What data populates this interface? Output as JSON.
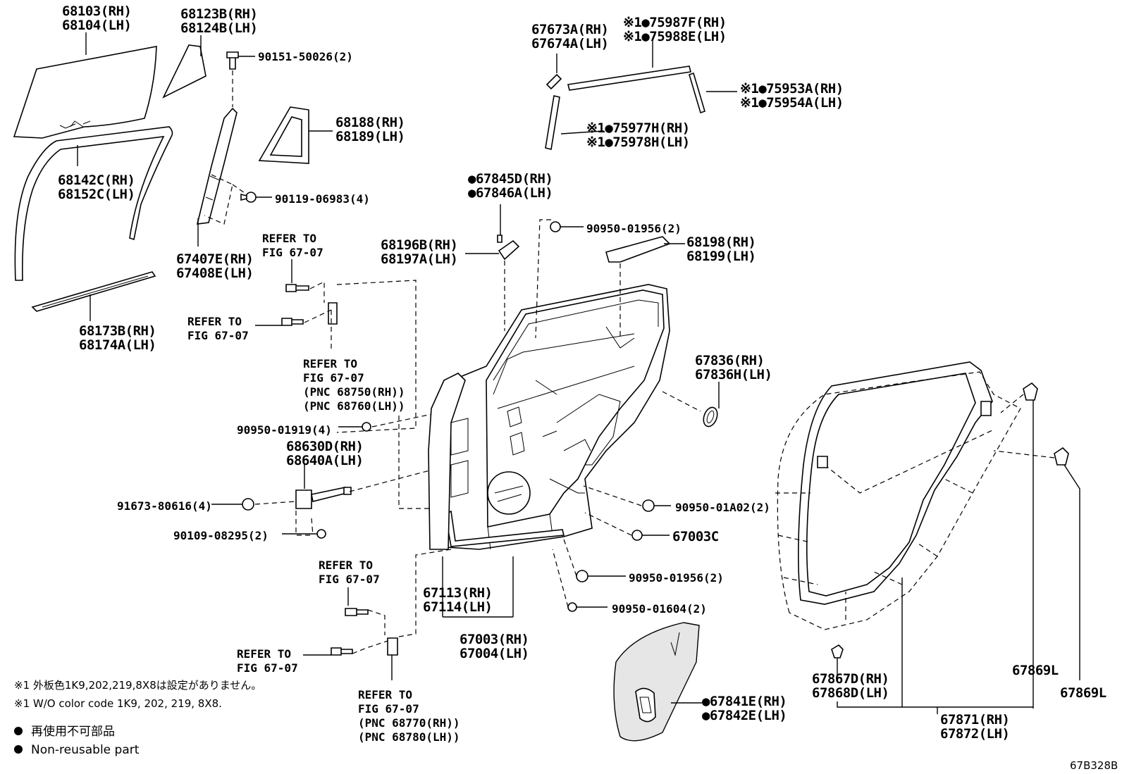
{
  "diagram_code": "67B328B",
  "labels": {
    "glass": [
      "68103(RH)",
      "68104(LH)"
    ],
    "quarter_glass": [
      "68123B(RH)",
      "68124B(LH)"
    ],
    "bolt_top": "90151-50026(2)",
    "run_channel": [
      "68142C(RH)",
      "68152C(LH)"
    ],
    "qtr_weatherstrip": [
      "68188(RH)",
      "68189(LH)"
    ],
    "screw_4": "90119-06983(4)",
    "division_bar": [
      "67407E(RH)",
      "67408E(LH)"
    ],
    "belt_mould": [
      "68173B(RH)",
      "68174A(LH)"
    ],
    "refer1": [
      "REFER TO",
      "FIG 67-07"
    ],
    "refer2": [
      "REFER TO",
      "FIG 67-07"
    ],
    "refer3": [
      "REFER TO",
      "FIG 67-07",
      "(PNC 68750(RH))",
      "(PNC 68760(LH))"
    ],
    "clip_19": "90950-01919(4)",
    "check": [
      "68630D(RH)",
      "68640A(LH)"
    ],
    "bolt_91673": "91673-80616(4)",
    "bolt_90109": "90109-08295(2)",
    "refer4": [
      "REFER TO",
      "FIG 67-07"
    ],
    "refer5": [
      "REFER TO",
      "FIG 67-07"
    ],
    "refer6": [
      "REFER TO",
      "FIG 67-07",
      "(PNC 68770(RH))",
      "(PNC 68780(LH))"
    ],
    "mould_top": [
      "67673A(RH)",
      "67674A(LH)"
    ],
    "frame_mould": [
      "※1●75987F(RH)",
      "※1●75988E(LH)"
    ],
    "rear_mould": [
      "※1●75953A(RH)",
      "※1●75954A(LH)"
    ],
    "front_mould": [
      "※1●75977H(RH)",
      "※1●75978H(LH)"
    ],
    "clip_845": [
      "●67845D(RH)",
      "●67846A(LH)"
    ],
    "bracket_196": [
      "68196B(RH)",
      "68197A(LH)"
    ],
    "plug_956_top": "90950-01956(2)",
    "bracket_198": [
      "68198(RH)",
      "68199(LH)"
    ],
    "grommet": [
      "67836(RH)",
      "67836H(LH)"
    ],
    "plug_a02": "90950-01A02(2)",
    "hole_plug": "67003C",
    "plug_956_bot": "90950-01956(2)",
    "plug_604": "90950-01604(2)",
    "panel_inner": [
      "67113(RH)",
      "67114(LH)"
    ],
    "door_panel": [
      "67003(RH)",
      "67004(LH)"
    ],
    "service_cover": [
      "●67841E(RH)",
      "●67842E(LH)"
    ],
    "ws_clip": [
      "67867D(RH)",
      "67868D(LH)"
    ],
    "clip_869a": "67869L",
    "clip_869b": "67869L",
    "weatherstrip": [
      "67871(RH)",
      "67872(LH)"
    ]
  },
  "notes": {
    "note1_jp": "※1 外板色1K9,202,219,8X8は設定がありません。",
    "note1_en": "※1 W/O color code 1K9, 202, 219, 8X8.",
    "legend_jp": "再使用不可部品",
    "legend_en": "Non-reusable part"
  }
}
